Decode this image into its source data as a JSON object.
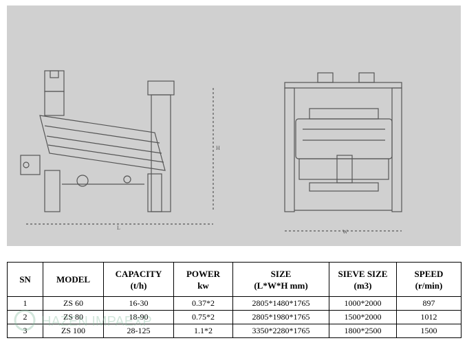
{
  "figure": {
    "side_view_labels": {
      "height": "H",
      "length": "L"
    },
    "front_view_labels": {
      "width": "W"
    }
  },
  "table": {
    "headers": [
      {
        "main": "SN",
        "sub": ""
      },
      {
        "main": "MODEL",
        "sub": ""
      },
      {
        "main": "CAPACITY",
        "sub": "(t/h)"
      },
      {
        "main": "POWER",
        "sub": "kw"
      },
      {
        "main": "SIZE",
        "sub": "(L*W*H mm)"
      },
      {
        "main": "SIEVE SIZE",
        "sub": "(m3)"
      },
      {
        "main": "SPEED",
        "sub": "(r/min)"
      }
    ],
    "rows": [
      [
        "1",
        "ZS 60",
        "16-30",
        "0.37*2",
        "2805*1480*1765",
        "1000*2000",
        "897"
      ],
      [
        "2",
        "ZS 80",
        "18-90",
        "0.75*2",
        "2805*1980*1765",
        "1500*2000",
        "1012"
      ],
      [
        "3",
        "ZS 100",
        "28-125",
        "1.1*2",
        "3350*2280*1765",
        "1800*2500",
        "1500"
      ]
    ]
  },
  "watermark": {
    "text": "HAZEN IMPAEXP"
  }
}
